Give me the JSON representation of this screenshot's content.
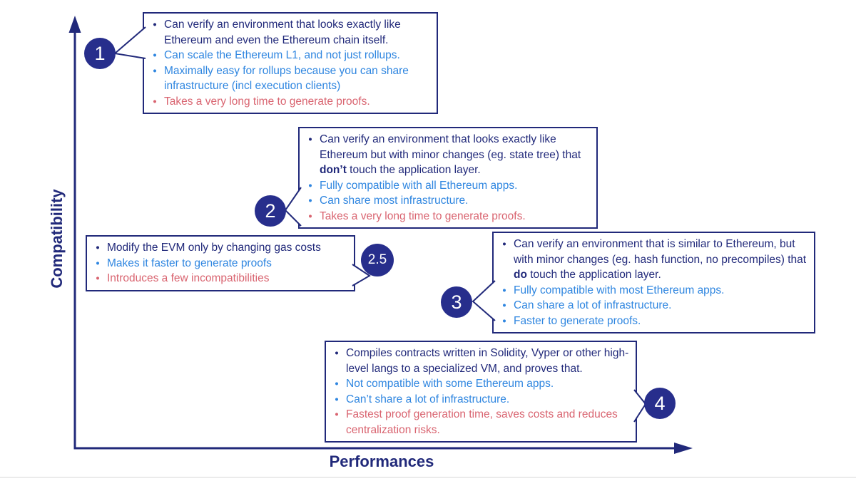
{
  "colors": {
    "navy": "#21297a",
    "blue": "#2f86e0",
    "red": "#d96470",
    "circle": "#272e8c"
  },
  "axes": {
    "y_label": "Compatibility",
    "x_label": "Performances"
  },
  "callouts": [
    {
      "number": "1",
      "bullets": [
        {
          "color": "navy",
          "segments": [
            {
              "text": "Can verify an environment that looks exactly like Ethereum and even the Ethereum chain itself."
            }
          ]
        },
        {
          "color": "blue",
          "segments": [
            {
              "text": "Can scale the Ethereum L1, and not just rollups."
            }
          ]
        },
        {
          "color": "blue",
          "segments": [
            {
              "text": "Maximally easy for rollups because you can share infrastructure (incl execution clients)"
            }
          ]
        },
        {
          "color": "red",
          "segments": [
            {
              "text": "Takes a very long time to generate proofs."
            }
          ]
        }
      ]
    },
    {
      "number": "2",
      "bullets": [
        {
          "color": "navy",
          "segments": [
            {
              "text": "Can verify an environment that looks exactly like Ethereum but with minor changes (eg. state tree) that "
            },
            {
              "text": "don’t",
              "bold": true
            },
            {
              "text": " touch the application layer."
            }
          ]
        },
        {
          "color": "blue",
          "segments": [
            {
              "text": "Fully compatible with all Ethereum apps."
            }
          ]
        },
        {
          "color": "blue",
          "segments": [
            {
              "text": "Can share most infrastructure."
            }
          ]
        },
        {
          "color": "red",
          "segments": [
            {
              "text": "Takes a very long time to generate proofs."
            }
          ]
        }
      ]
    },
    {
      "number": "2.5",
      "bullets": [
        {
          "color": "navy",
          "segments": [
            {
              "text": "Modify the EVM only by changing gas costs"
            }
          ]
        },
        {
          "color": "blue",
          "segments": [
            {
              "text": "Makes it faster to generate proofs"
            }
          ]
        },
        {
          "color": "red",
          "segments": [
            {
              "text": "Introduces a few incompatibilities"
            }
          ]
        }
      ]
    },
    {
      "number": "3",
      "bullets": [
        {
          "color": "navy",
          "segments": [
            {
              "text": "Can verify an environment that is similar to Ethereum, but with minor changes (eg. hash function, no precompiles) that "
            },
            {
              "text": "do",
              "bold": true
            },
            {
              "text": " touch the application layer."
            }
          ]
        },
        {
          "color": "blue",
          "segments": [
            {
              "text": "Fully compatible with most Ethereum apps."
            }
          ]
        },
        {
          "color": "blue",
          "segments": [
            {
              "text": "Can share a lot of infrastructure."
            }
          ]
        },
        {
          "color": "blue",
          "segments": [
            {
              "text": "Faster to generate proofs."
            }
          ]
        }
      ]
    },
    {
      "number": "4",
      "bullets": [
        {
          "color": "navy",
          "segments": [
            {
              "text": "Compiles contracts written in Solidity, Vyper or other high-level langs to a specialized VM, and proves that."
            }
          ]
        },
        {
          "color": "blue",
          "segments": [
            {
              "text": "Not compatible with some Ethereum apps."
            }
          ]
        },
        {
          "color": "blue",
          "segments": [
            {
              "text": "Can’t share a lot of infrastructure."
            }
          ]
        },
        {
          "color": "red",
          "segments": [
            {
              "text": "Fastest proof generation time, saves costs and reduces centralization risks."
            }
          ]
        }
      ]
    }
  ]
}
